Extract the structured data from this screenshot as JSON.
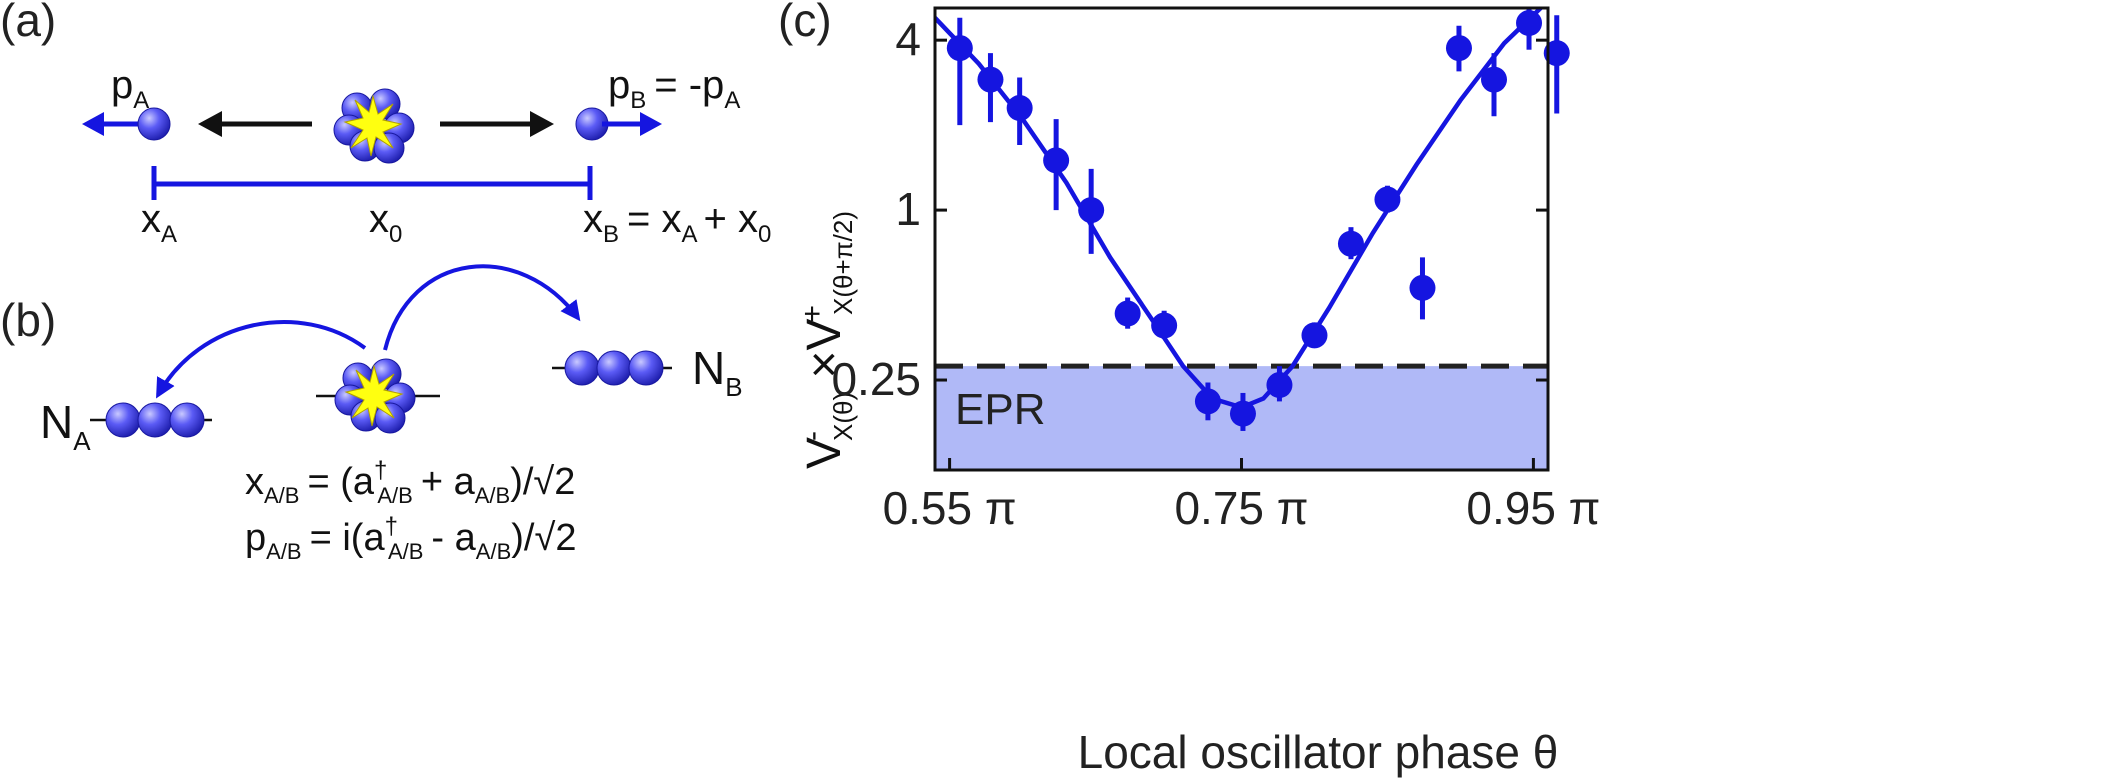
{
  "panels": {
    "a": {
      "label": "(a)",
      "pA": "p",
      "pA_sub": "A",
      "pB_lhs": "p",
      "pB_sub": "B",
      "pB_rhs": "= -p",
      "pB_rhs_sub": "A",
      "xA": "x",
      "xA_sub": "A",
      "x0": "x",
      "x0_sub": "0",
      "xB_lhs": "x",
      "xB_sub": "B",
      "xB_mid": "= x",
      "xB_mid_sub": "A",
      "xB_end": "+ x",
      "xB_end_sub": "0"
    },
    "b": {
      "label": "(b)",
      "NA": "N",
      "NA_sub": "A",
      "NB": "N",
      "NB_sub": "B",
      "eq1": {
        "lhs": "x",
        "lhs_sub": "A/B",
        "p1": "= (a",
        "dag": "†",
        "sub1": "A/B",
        "p2": "+ a",
        "sub2": "A/B",
        "p3": ")/",
        "sqrt": "√2"
      },
      "eq2": {
        "lhs": "p",
        "lhs_sub": "A/B",
        "p1": "= i(a",
        "dag": "†",
        "sub1": "A/B",
        "p2": "- a",
        "sub2": "A/B",
        "p3": ")/",
        "sqrt": "√2"
      }
    },
    "c": {
      "label": "(c)"
    }
  },
  "chart_data": {
    "type": "scatter",
    "xlabel": "Local oscillator phase θ",
    "ylabel": {
      "V1": "V",
      "sup1": "-",
      "sub1": "X(θ)",
      "times": " ×",
      "V2": "V",
      "sup2": "+",
      "sub2": "X(θ+π/2)"
    },
    "xlim": [
      0.54,
      0.96
    ],
    "ylim": [
      0.12,
      5.2
    ],
    "yscale": "log",
    "xticks": [
      0.55,
      0.75,
      0.95
    ],
    "xtick_labels": [
      "0.55 π",
      "0.75 π",
      "0.95 π"
    ],
    "yticks": [
      0.25,
      1,
      4
    ],
    "ytick_labels": [
      "0.25",
      "1",
      "4"
    ],
    "grid": false,
    "threshold": 0.28,
    "epr_region_label": "EPR",
    "colors": {
      "data": "#1515e0",
      "fit": "#1515e0",
      "epr_fill": "#b0b9f7",
      "threshold": "#222222",
      "sphere": "#5b5bf5",
      "burst": "#ffff10"
    },
    "series": [
      {
        "points": [
          {
            "x": 0.557,
            "y": 3.75,
            "lo": 2.0,
            "hi": 4.8
          },
          {
            "x": 0.578,
            "y": 2.9,
            "lo": 2.05,
            "hi": 3.6
          },
          {
            "x": 0.598,
            "y": 2.3,
            "lo": 1.7,
            "hi": 2.95
          },
          {
            "x": 0.623,
            "y": 1.5,
            "lo": 1.0,
            "hi": 2.1
          },
          {
            "x": 0.647,
            "y": 1.0,
            "lo": 0.7,
            "hi": 1.4
          },
          {
            "x": 0.672,
            "y": 0.43,
            "lo": 0.38,
            "hi": 0.49
          },
          {
            "x": 0.697,
            "y": 0.39,
            "lo": 0.35,
            "hi": 0.44
          },
          {
            "x": 0.727,
            "y": 0.21,
            "lo": 0.18,
            "hi": 0.245
          },
          {
            "x": 0.751,
            "y": 0.19,
            "lo": 0.165,
            "hi": 0.225
          },
          {
            "x": 0.776,
            "y": 0.24,
            "lo": 0.21,
            "hi": 0.28
          },
          {
            "x": 0.8,
            "y": 0.36,
            "lo": 0.33,
            "hi": 0.4
          },
          {
            "x": 0.825,
            "y": 0.76,
            "lo": 0.67,
            "hi": 0.87
          },
          {
            "x": 0.85,
            "y": 1.09,
            "lo": 0.98,
            "hi": 1.22
          },
          {
            "x": 0.874,
            "y": 0.53,
            "lo": 0.41,
            "hi": 0.68
          },
          {
            "x": 0.899,
            "y": 3.75,
            "lo": 3.1,
            "hi": 4.5
          },
          {
            "x": 0.923,
            "y": 2.9,
            "lo": 2.15,
            "hi": 3.6
          },
          {
            "x": 0.947,
            "y": 4.6,
            "lo": 3.7,
            "hi": 5.2
          },
          {
            "x": 0.966,
            "y": 3.6,
            "lo": 2.2,
            "hi": 4.9
          }
        ]
      },
      {
        "fit_curve": [
          {
            "x": 0.54,
            "y": 4.8
          },
          {
            "x": 0.57,
            "y": 3.3
          },
          {
            "x": 0.6,
            "y": 2.1
          },
          {
            "x": 0.63,
            "y": 1.25
          },
          {
            "x": 0.66,
            "y": 0.68
          },
          {
            "x": 0.69,
            "y": 0.4
          },
          {
            "x": 0.71,
            "y": 0.28
          },
          {
            "x": 0.73,
            "y": 0.215
          },
          {
            "x": 0.75,
            "y": 0.2
          },
          {
            "x": 0.765,
            "y": 0.215
          },
          {
            "x": 0.785,
            "y": 0.28
          },
          {
            "x": 0.81,
            "y": 0.45
          },
          {
            "x": 0.84,
            "y": 0.83
          },
          {
            "x": 0.87,
            "y": 1.45
          },
          {
            "x": 0.9,
            "y": 2.45
          },
          {
            "x": 0.93,
            "y": 3.9
          },
          {
            "x": 0.955,
            "y": 5.2
          }
        ]
      }
    ]
  }
}
